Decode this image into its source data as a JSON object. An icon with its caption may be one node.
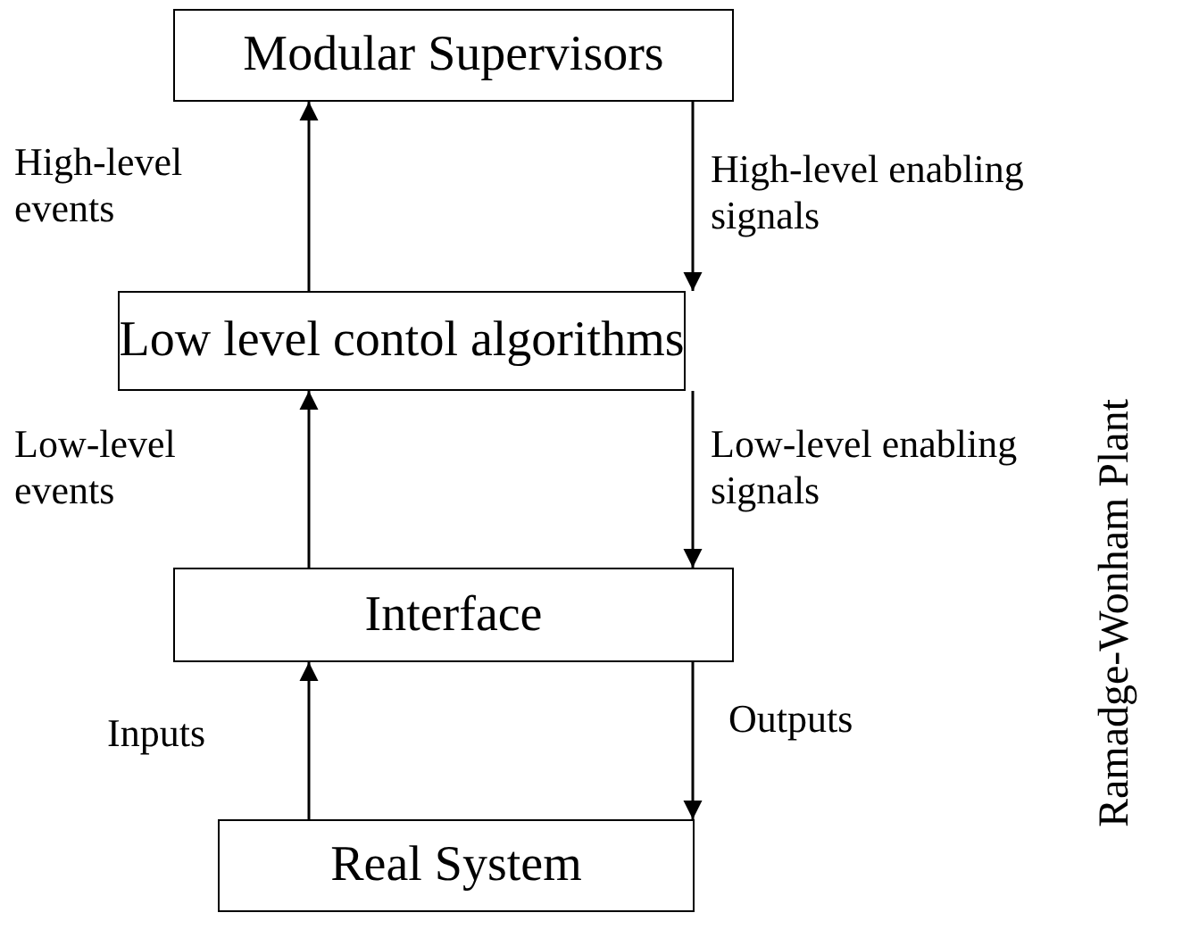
{
  "diagram": {
    "nodes": [
      {
        "text": [
          "Modular Supervisors"
        ]
      },
      {
        "text": [
          "Low level contol algorithms"
        ]
      },
      {
        "text": [
          "Interface"
        ]
      },
      {
        "text": [
          "Real System"
        ]
      }
    ],
    "edges": [
      {
        "from": 1,
        "to": 0,
        "arrow": "to",
        "label": "High-level events"
      },
      {
        "from": 0,
        "to": 1,
        "arrow": "to",
        "label": "High-level enabling signals"
      },
      {
        "from": 2,
        "to": 1,
        "arrow": "to",
        "label": "Low-level events"
      },
      {
        "from": 1,
        "to": 2,
        "arrow": "to",
        "label": "Low-level enabling signals"
      },
      {
        "from": 3,
        "to": 2,
        "arrow": "to",
        "label": "Inputs"
      },
      {
        "from": 2,
        "to": 3,
        "arrow": "to",
        "label": "Outputs"
      }
    ],
    "labels": [
      "Ramadge-Wonham Plant"
    ]
  }
}
